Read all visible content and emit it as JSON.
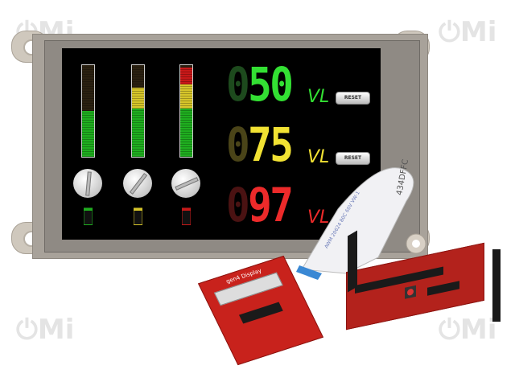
{
  "watermark": "OMI",
  "display": {
    "meters": [
      {
        "color": "#1fae1f",
        "level": 0.5
      },
      {
        "color": "#d6c52a",
        "level": 0.75
      },
      {
        "color": "#c81818",
        "level": 0.97
      }
    ],
    "readouts": [
      {
        "lead": "0",
        "value": "50",
        "unit": "VL",
        "color": "#33e033",
        "dim": "#1d4a1d"
      },
      {
        "lead": "0",
        "value": "75",
        "unit": "VL",
        "color": "#f2e233",
        "dim": "#4a4418"
      },
      {
        "lead": "0",
        "value": "97",
        "unit": "VL",
        "color": "#ec2a2a",
        "dim": "#4a1212"
      }
    ],
    "reset_label": "RESET"
  },
  "cable": {
    "print": "434DFFC",
    "marking": "AWM 20624 80C 60V VW-1"
  },
  "adapter_board": {
    "label": "gen4 Display"
  }
}
